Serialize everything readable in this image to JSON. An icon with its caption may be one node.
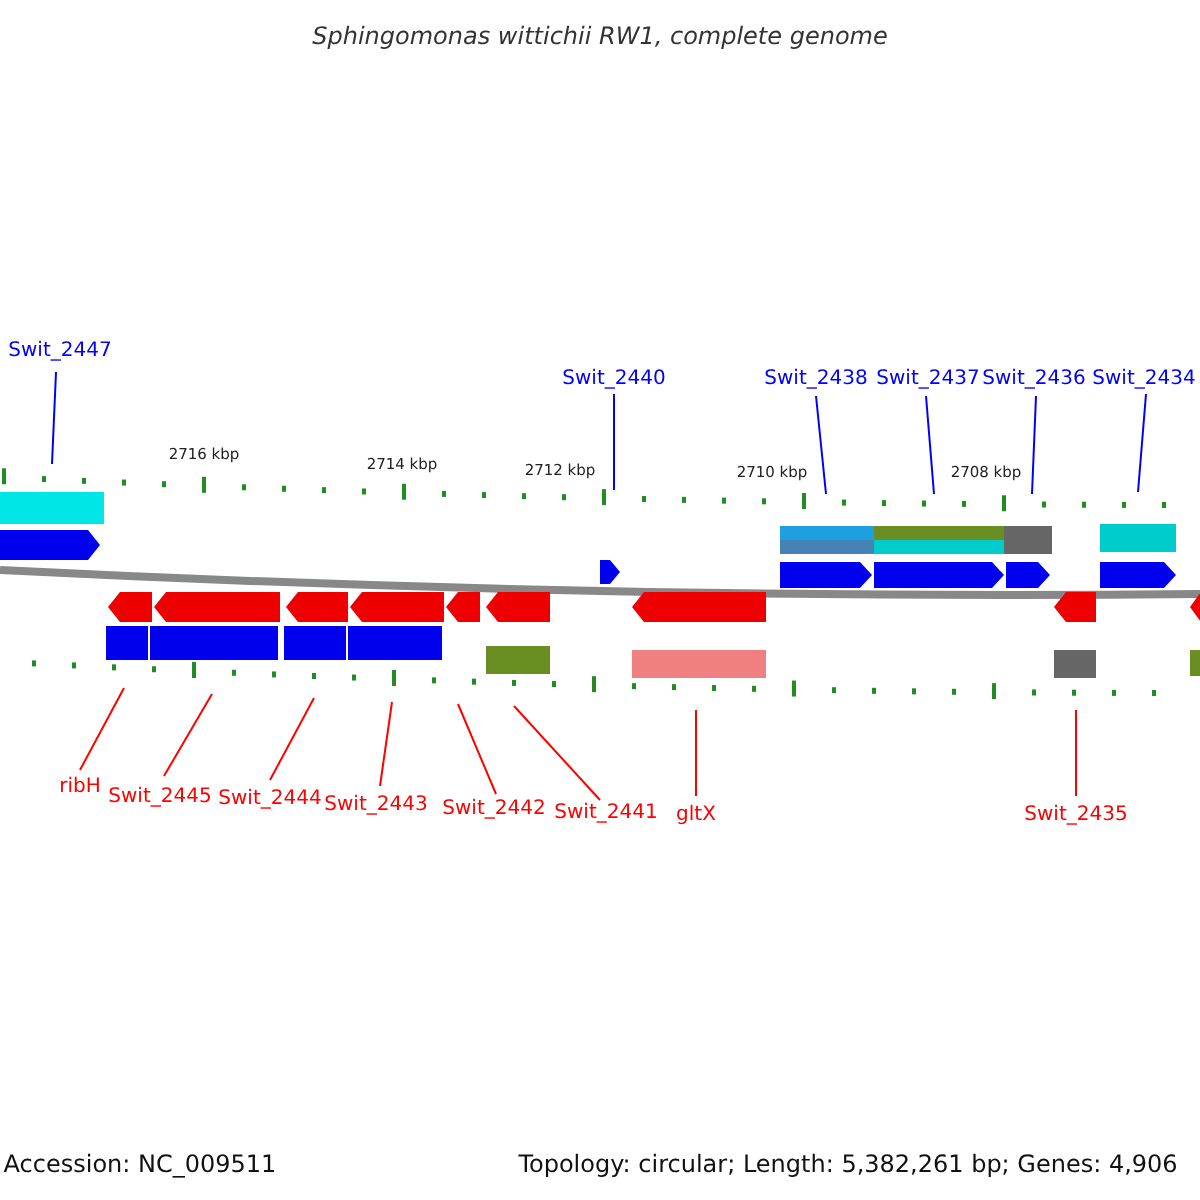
{
  "diagram": {
    "title": "Sphingomonas wittichii RW1, complete genome",
    "nodes": [
      {
        "text": [
          "Swit_2447"
        ]
      },
      {
        "text": [
          "Swit_2440"
        ]
      },
      {
        "text": [
          "Swit_2438"
        ]
      },
      {
        "text": [
          "Swit_2437"
        ]
      },
      {
        "text": [
          "Swit_2436"
        ]
      },
      {
        "text": [
          "Swit_2434"
        ]
      },
      {
        "text": [
          "ribH"
        ]
      },
      {
        "text": [
          "Swit_2445"
        ]
      },
      {
        "text": [
          "Swit_2444"
        ]
      },
      {
        "text": [
          "Swit_2443"
        ]
      },
      {
        "text": [
          "Swit_2442"
        ]
      },
      {
        "text": [
          "Swit_2441"
        ]
      },
      {
        "text": [
          "gltX"
        ]
      },
      {
        "text": [
          "Swit_2435"
        ]
      }
    ],
    "edges": [
      {
        "from": 0,
        "to": null,
        "arrow": "none",
        "color": "#0000ff"
      },
      {
        "from": 1,
        "to": null,
        "arrow": "none",
        "color": "#0000ff"
      },
      {
        "from": 2,
        "to": null,
        "arrow": "none",
        "color": "#0000ff"
      },
      {
        "from": 3,
        "to": null,
        "arrow": "none",
        "color": "#0000ff"
      },
      {
        "from": 4,
        "to": null,
        "arrow": "none",
        "color": "#0000ff"
      },
      {
        "from": 5,
        "to": null,
        "arrow": "none",
        "color": "#0000ff"
      },
      {
        "from": 6,
        "to": null,
        "arrow": "none"
      },
      {
        "from": 7,
        "to": null,
        "arrow": "none"
      },
      {
        "from": 8,
        "to": null,
        "arrow": "none"
      },
      {
        "from": 9,
        "to": null,
        "arrow": "none"
      },
      {
        "from": 10,
        "to": null,
        "arrow": "none"
      },
      {
        "from": 11,
        "to": null,
        "arrow": "none"
      },
      {
        "from": 12,
        "to": null,
        "arrow": "none"
      },
      {
        "from": 13,
        "to": null,
        "arrow": "none"
      }
    ],
    "labels": [
      "2716 kbp",
      "2714 kbp",
      "2712 kbp",
      "2710 kbp",
      "2708 kbp",
      "Accession: NC_009511",
      "Topology: circular; Length: 5,382,261 bp; Genes: 4,906"
    ]
  }
}
